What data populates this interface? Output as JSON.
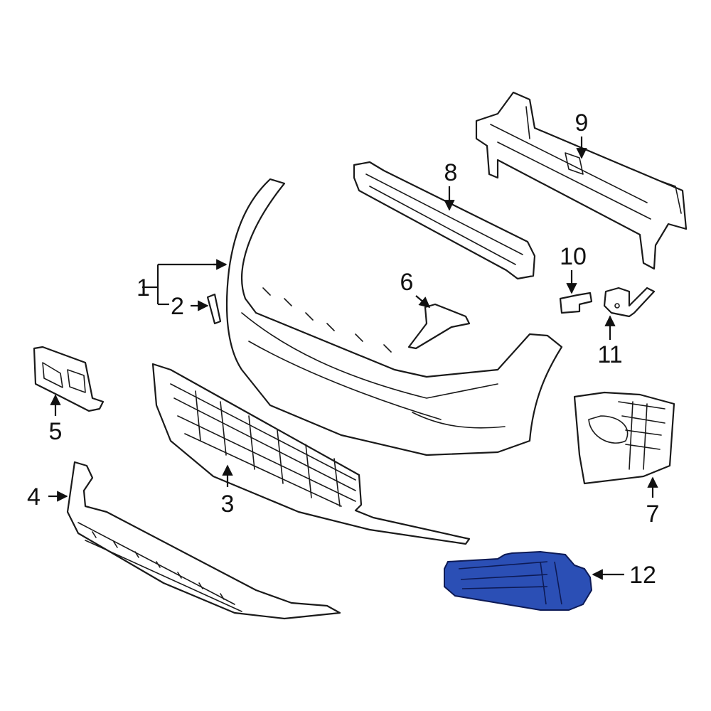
{
  "diagram": {
    "highlight_color": "#2b4fb5",
    "callouts": [
      {
        "id": "1",
        "label": "1",
        "part": "bumper-cover"
      },
      {
        "id": "2",
        "label": "2",
        "part": "bracket-clip"
      },
      {
        "id": "3",
        "label": "3",
        "part": "lower-grille"
      },
      {
        "id": "4",
        "label": "4",
        "part": "lower-spoiler"
      },
      {
        "id": "5",
        "label": "5",
        "part": "license-bracket"
      },
      {
        "id": "6",
        "label": "6",
        "part": "center-bracket"
      },
      {
        "id": "7",
        "label": "7",
        "part": "fog-lamp-housing"
      },
      {
        "id": "8",
        "label": "8",
        "part": "energy-absorber"
      },
      {
        "id": "9",
        "label": "9",
        "part": "reinforcement-beam"
      },
      {
        "id": "10",
        "label": "10",
        "part": "sensor"
      },
      {
        "id": "11",
        "label": "11",
        "part": "side-bracket"
      },
      {
        "id": "12",
        "label": "12",
        "part": "fog-lamp-trim"
      }
    ]
  }
}
